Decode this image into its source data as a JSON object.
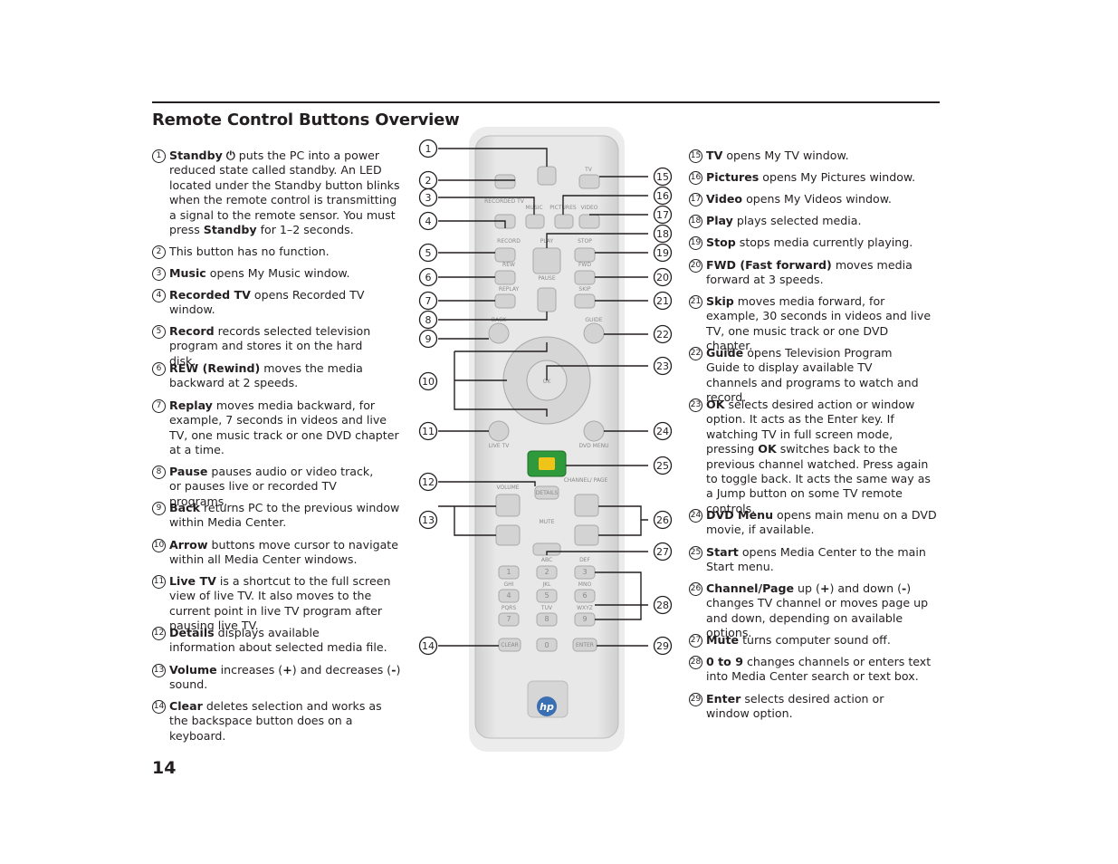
{
  "page": {
    "title": "Remote Control Buttons Overview",
    "page_number": "14"
  },
  "left_items": [
    {
      "num": "1",
      "term": "Standby",
      "glyph": "⏻",
      "text": " puts the PC into a power reduced state called standby. An LED located under the Standby button blinks when the remote control is transmitting a signal to the remote sensor. You must press ",
      "term2": "Standby",
      "text2": " for 1–2 seconds."
    },
    {
      "num": "2",
      "term": "",
      "text": "This button has no function."
    },
    {
      "num": "3",
      "term": "Music",
      "text": " opens My Music window."
    },
    {
      "num": "4",
      "term": "Recorded TV",
      "text": " opens Recorded TV window."
    },
    {
      "num": "5",
      "term": "Record",
      "text": " records selected television program and stores it on the hard disk."
    },
    {
      "num": "6",
      "term": "REW (Rewind)",
      "text": " moves the media backward at 2 speeds."
    },
    {
      "num": "7",
      "term": "Replay",
      "text": " moves media backward, for example, 7 seconds in videos and live TV, one music track or one DVD chapter at a time."
    },
    {
      "num": "8",
      "term": "Pause",
      "text": " pauses audio or video track, or pauses live or recorded TV programs."
    },
    {
      "num": "9",
      "term": "Back",
      "text": " returns PC to the previous window within Media Center."
    },
    {
      "num": "10",
      "term": "Arrow",
      "text": " buttons move cursor to navigate within all Media Center windows."
    },
    {
      "num": "11",
      "term": "Live TV",
      "text": " is a shortcut to the full screen view of live TV. It also moves to the current point in live TV program after pausing live TV."
    },
    {
      "num": "12",
      "term": "Details",
      "text": " displays available information about selected media file."
    },
    {
      "num": "13",
      "term": "Volume",
      "text": " increases (",
      "term2": "+",
      "text2": ") and decreases (",
      "term3": "-",
      "text3": ") sound."
    },
    {
      "num": "14",
      "term": "Clear",
      "text": " deletes selection and works as the backspace button does on a keyboard."
    }
  ],
  "right_items": [
    {
      "num": "15",
      "term": "TV",
      "text": " opens My TV window."
    },
    {
      "num": "16",
      "term": "Pictures",
      "text": " opens My Pictures window."
    },
    {
      "num": "17",
      "term": "Video",
      "text": " opens My Videos window."
    },
    {
      "num": "18",
      "term": "Play",
      "text": " plays selected media."
    },
    {
      "num": "19",
      "term": "Stop",
      "text": " stops media currently playing."
    },
    {
      "num": "20",
      "term": "FWD (Fast forward)",
      "text": " moves media forward at 3 speeds."
    },
    {
      "num": "21",
      "term": "Skip",
      "text": " moves media forward, for example, 30 seconds in videos and live TV, one music track or one DVD chapter."
    },
    {
      "num": "22",
      "term": "Guide",
      "text": " opens Television Program Guide to display available TV channels and programs to watch and record."
    },
    {
      "num": "23",
      "term": "OK",
      "text": " selects desired action or window option. It acts as the Enter key. If watching TV in full screen mode, pressing ",
      "term2": "OK",
      "text2": " switches back to the previous channel watched. Press again to toggle back. It acts the same way as a Jump button on some TV remote controls."
    },
    {
      "num": "24",
      "term": "DVD Menu",
      "text": " opens main menu on a DVD movie, if available."
    },
    {
      "num": "25",
      "term": "Start",
      "text": " opens Media Center to the main Start menu."
    },
    {
      "num": "26",
      "term": "Channel/Page",
      "text": " up (",
      "term2": "+",
      "text2": ") and down (",
      "term3": "-",
      "text3": ") changes TV channel or moves page up and down, depending on available options."
    },
    {
      "num": "27",
      "term": "Mute",
      "text": " turns computer sound off."
    },
    {
      "num": "28",
      "term": "0 to 9",
      "text": " changes channels or enters text into Media Center search or text box."
    },
    {
      "num": "29",
      "term": "Enter",
      "text": " selects desired action or window option."
    }
  ],
  "remote": {
    "labels": {
      "tv": "TV",
      "recorded_tv": "RECORDED TV",
      "music": "MUSIC",
      "pictures": "PICTURES",
      "video": "VIDEO",
      "record": "RECORD",
      "play": "PLAY",
      "stop": "STOP",
      "rew": "REW",
      "pause": "PAUSE",
      "fwd": "FWD",
      "replay": "REPLAY",
      "skip": "SKIP",
      "back": "BACK",
      "guide": "GUIDE",
      "ok": "OK",
      "live_tv": "LIVE TV",
      "dvd_menu": "DVD MENU",
      "volume": "VOLUME",
      "details": "DETAILS",
      "channel_page": "CHANNEL/ PAGE",
      "mute": "MUTE",
      "abc": "ABC",
      "def": "DEF",
      "ghi": "GHI",
      "jkl": "JKL",
      "mno": "MNO",
      "pqrs": "PQRS",
      "tuv": "TUV",
      "wxyz": "WXYZ",
      "clear": "CLEAR",
      "enter": "ENTER",
      "brand": "hp"
    },
    "digits": [
      "1",
      "2",
      "3",
      "4",
      "5",
      "6",
      "7",
      "8",
      "9",
      "0"
    ],
    "callout_numbers": [
      "1",
      "2",
      "3",
      "4",
      "5",
      "6",
      "7",
      "8",
      "9",
      "10",
      "11",
      "12",
      "13",
      "14",
      "15",
      "16",
      "17",
      "18",
      "19",
      "20",
      "21",
      "22",
      "23",
      "24",
      "25",
      "26",
      "27",
      "28",
      "29"
    ],
    "colors": {
      "body": "#e4e4e4",
      "button": "#d3d3d3",
      "start_button": "#2e9a3c"
    }
  }
}
